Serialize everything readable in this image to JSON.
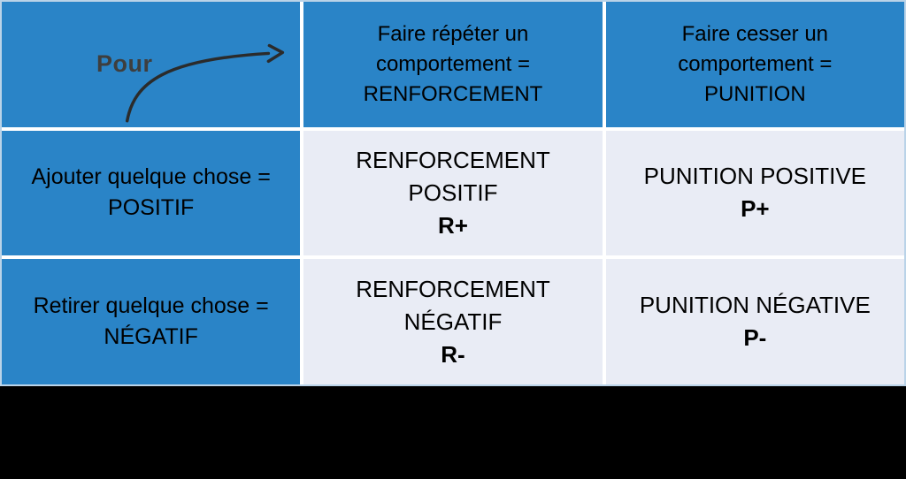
{
  "slide": {
    "background_color": "#000000"
  },
  "colors": {
    "header_blue": "#2a84c7",
    "cell_light": "#e9ecf5",
    "gridline_white": "#ffffff",
    "outer_border": "#bad3e8",
    "pour_text_gray": "#3e3e3e",
    "arrow_dark": "#2b2b2b",
    "cell_text_black": "#000000"
  },
  "table": {
    "corner_label": "Pour",
    "arrow_icon": "curved-arrow-right",
    "col_headers": [
      {
        "lines": [
          "Faire répéter un",
          "comportement =",
          "RENFORCEMENT"
        ]
      },
      {
        "lines": [
          "Faire cesser un",
          "comportement =",
          "PUNITION"
        ]
      }
    ],
    "row_headers": [
      {
        "lines": [
          "Ajouter quelque chose =",
          "POSITIF"
        ]
      },
      {
        "lines": [
          "Retirer quelque chose =",
          "NÉGATIF"
        ]
      }
    ],
    "cells": [
      {
        "lines": [
          "RENFORCEMENT",
          "POSITIF"
        ],
        "code": "R+"
      },
      {
        "lines": [
          "PUNITION POSITIVE"
        ],
        "code": "P+"
      },
      {
        "lines": [
          "RENFORCEMENT",
          "NÉGATIF"
        ],
        "code": "R-"
      },
      {
        "lines": [
          "PUNITION NÉGATIVE"
        ],
        "code": "P-"
      }
    ]
  }
}
